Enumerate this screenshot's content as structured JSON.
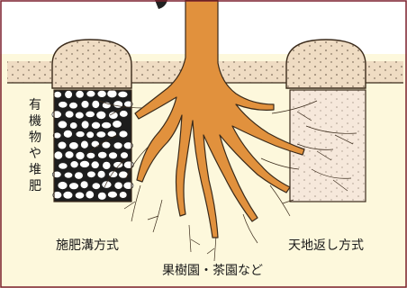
{
  "labels": {
    "organic_vertical": "有機物や堆肥",
    "left_method": "施肥溝方式",
    "right_method": "天地返し方式",
    "bottom_caption": "果樹園・茶園など"
  },
  "colors": {
    "soil": "#fdf8dc",
    "mound": "#efdcc3",
    "trunk": "#e1913d",
    "outline": "#3a2a1a",
    "border": "#7a1f2b"
  }
}
